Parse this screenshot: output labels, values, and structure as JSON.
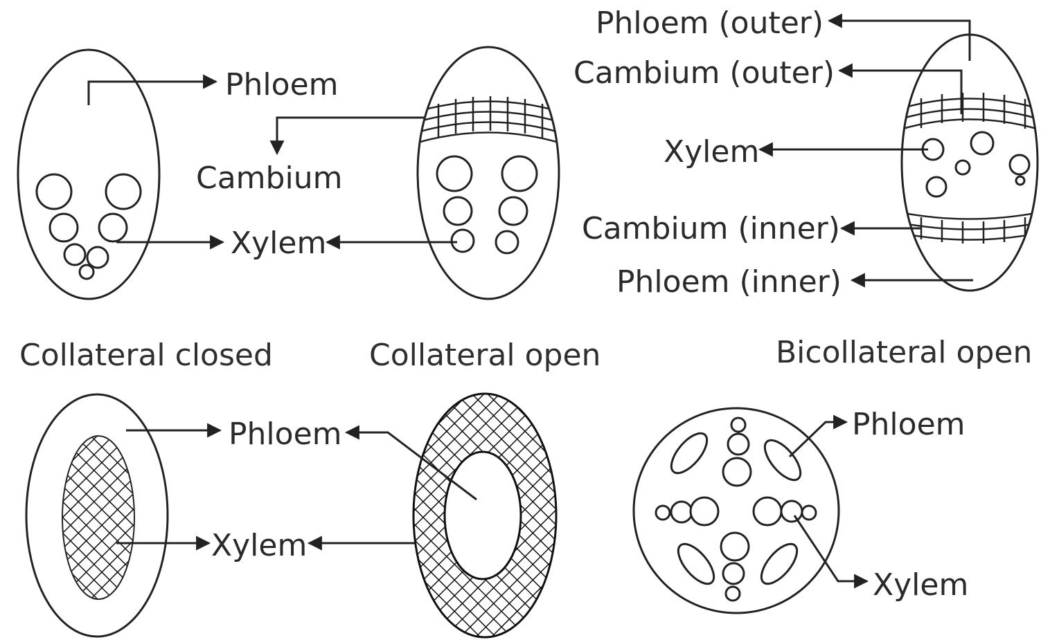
{
  "labels": {
    "phloem": "Phloem",
    "cambium": "Cambium",
    "xylem": "Xylem",
    "phloem_outer": "Phloem (outer)",
    "cambium_outer": "Cambium (outer)",
    "cambium_inner": "Cambium (inner)",
    "phloem_inner": "Phloem (inner)"
  },
  "captions": {
    "collateral_closed": "Collateral closed",
    "collateral_open": "Collateral open",
    "bicollateral_open": "Bicollateral open"
  }
}
